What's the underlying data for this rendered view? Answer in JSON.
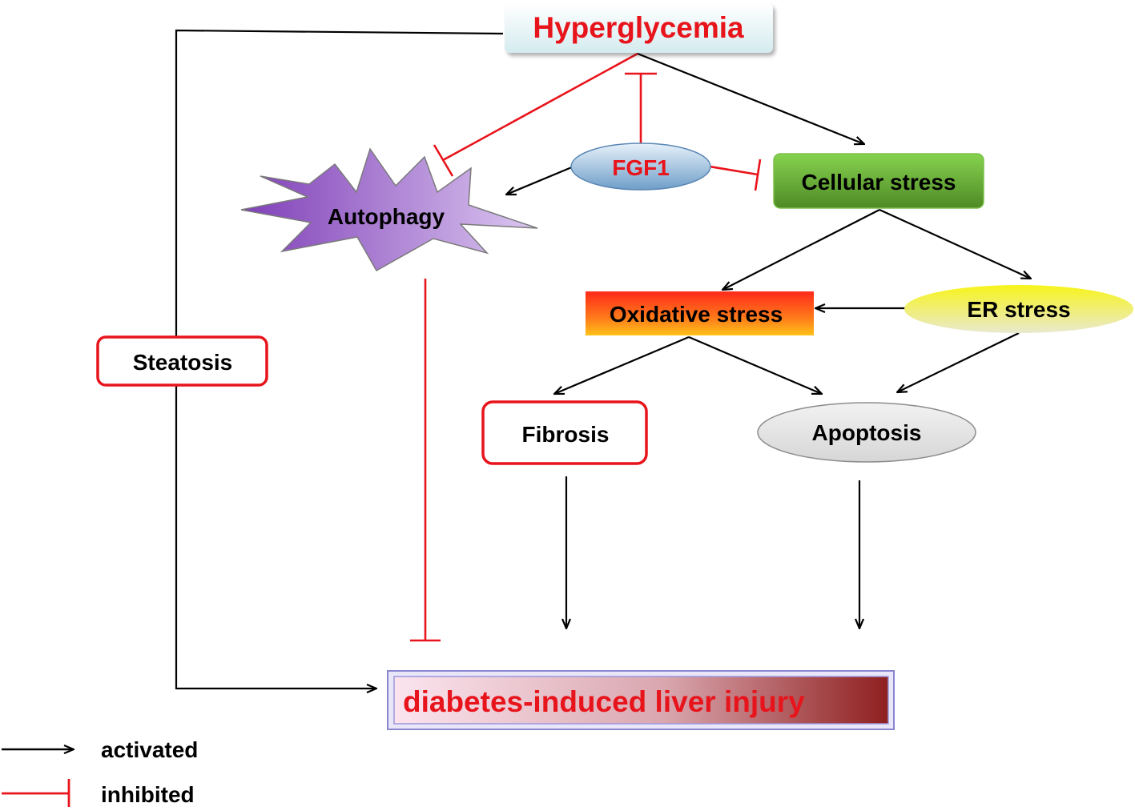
{
  "nodes": {
    "hyperglycemia": "Hyperglycemia",
    "fgf1": "FGF1",
    "autophagy": "Autophagy",
    "cellular_stress": "Cellular stress",
    "oxidative_stress": "Oxidative stress",
    "er_stress": "ER stress",
    "steatosis": "Steatosis",
    "fibrosis": "Fibrosis",
    "apoptosis": "Apoptosis",
    "liver_injury": "diabetes-induced liver injury"
  },
  "legend": {
    "activated": "activated",
    "inhibited": "inhibited"
  },
  "colors": {
    "activation": "#000000",
    "inhibition": "#e8141b",
    "highlight_text": "#e8141b",
    "cellular_stress_fill": "#6bb536",
    "autophagy_fill": "#8e4fc2",
    "er_stress_fill": "#e9e93a"
  }
}
